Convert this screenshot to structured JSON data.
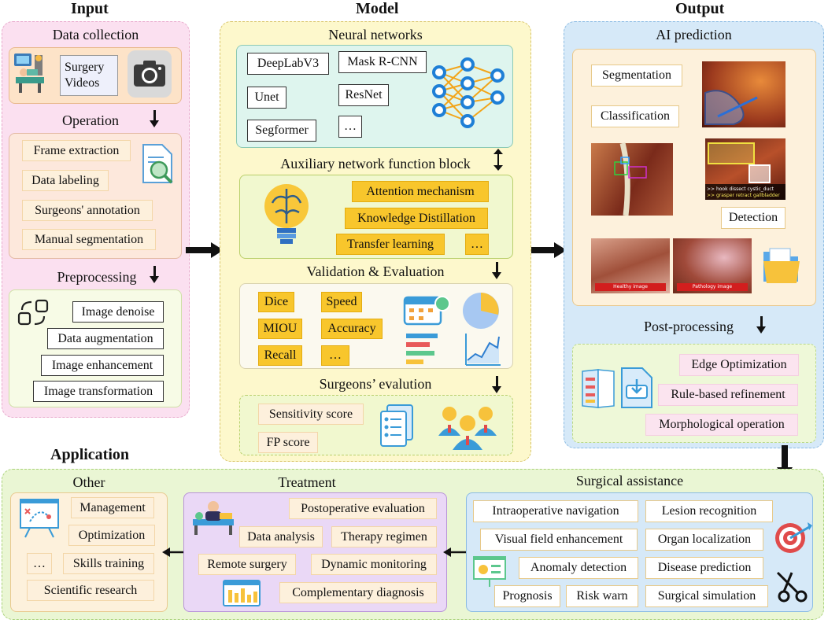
{
  "headers": {
    "input": "Input",
    "model": "Model",
    "output": "Output",
    "application": "Application"
  },
  "input": {
    "data_collection": "Data collection",
    "surgery_videos": "Surgery Videos",
    "operation": "Operation",
    "operation_items": [
      "Frame extraction",
      "Data labeling",
      "Surgeons' annotation",
      "Manual segmentation"
    ],
    "preprocessing": "Preprocessing",
    "preprocessing_items": [
      "Image denoise",
      "Data augmentation",
      "Image enhancement",
      "Image transformation"
    ]
  },
  "model": {
    "neural_networks": "Neural networks",
    "nets": [
      "DeepLabV3",
      "Mask R-CNN",
      "Unet",
      "ResNet",
      "Segformer",
      "…"
    ],
    "aux_title": "Auxiliary network function block",
    "aux_items": [
      "Attention mechanism",
      "Knowledge Distillation",
      "Transfer learning",
      "…"
    ],
    "validation_title": "Validation & Evaluation",
    "metrics": [
      "Dice",
      "Speed",
      "MIOU",
      "Accuracy",
      "Recall",
      "…"
    ],
    "surgeons_title": "Surgeons’ evalution",
    "scores": [
      "Sensitivity score",
      "FP score"
    ]
  },
  "output": {
    "ai_prediction": "AI prediction",
    "tasks": [
      "Segmentation",
      "Classification",
      "Detection"
    ],
    "detect_caption_1": ">> hook  dissect  cystic_duct",
    "detect_caption_2": ">> grasper  retract  gallbladder",
    "healthy": "Healthy image",
    "pathology": "Pathology image",
    "post_processing": "Post-processing",
    "post_items": [
      "Edge Optimization",
      "Rule-based refinement",
      "Morphological operation"
    ]
  },
  "application": {
    "other_title": "Other",
    "other_items": [
      "Management",
      "Optimization",
      "…",
      "Skills training",
      "Scientific research"
    ],
    "treatment_title": "Treatment",
    "treatment_items": [
      "Postoperative evaluation",
      "Data analysis",
      "Therapy regimen",
      "Remote surgery",
      "Dynamic monitoring",
      "Complementary diagnosis"
    ],
    "assist_title": "Surgical assistance",
    "assist_items": [
      "Intraoperative navigation",
      "Lesion recognition",
      "Visual field enhancement",
      "Organ localization",
      "Anomaly detection",
      "Disease prediction",
      "Prognosis",
      "Risk warn",
      "Surgical simulation"
    ]
  },
  "colors": {
    "gold": "#f8c62c",
    "pink_panel": "#fbe0f0",
    "yellow_panel": "#fdf8cc",
    "blue_panel": "#d6e9f8",
    "green_panel": "#eaf6d4"
  }
}
